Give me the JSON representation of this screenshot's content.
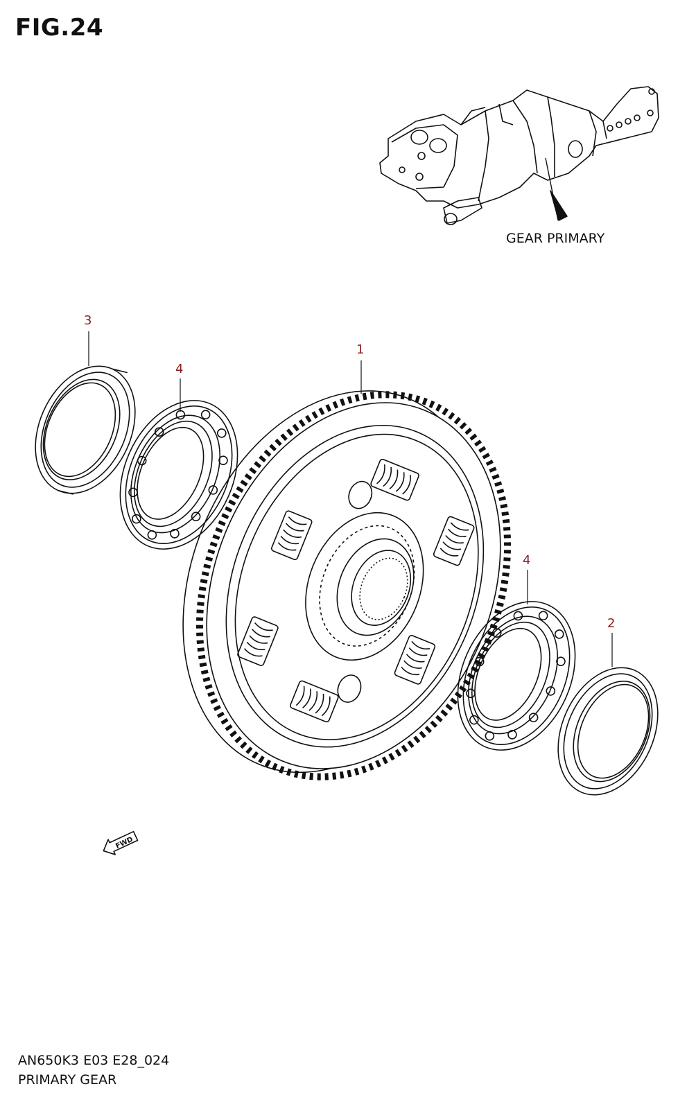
{
  "figure": {
    "title": "FIG.24",
    "model_code": "AN650K3 E03 E28_024",
    "name": "PRIMARY GEAR"
  },
  "context": {
    "label": "GEAR PRIMARY"
  },
  "callouts": [
    {
      "id": "c3",
      "number": "3",
      "part": "oil-seal"
    },
    {
      "id": "c4a",
      "number": "4",
      "part": "bearing"
    },
    {
      "id": "c1",
      "number": "1",
      "part": "primary-driven-gear"
    },
    {
      "id": "c4b",
      "number": "4",
      "part": "bearing"
    },
    {
      "id": "c2",
      "number": "2",
      "part": "oil-seal"
    }
  ],
  "fwd_arrow": {
    "label": "FWD"
  },
  "colors": {
    "lines": "#111111",
    "callout": "#8a1f1f"
  }
}
